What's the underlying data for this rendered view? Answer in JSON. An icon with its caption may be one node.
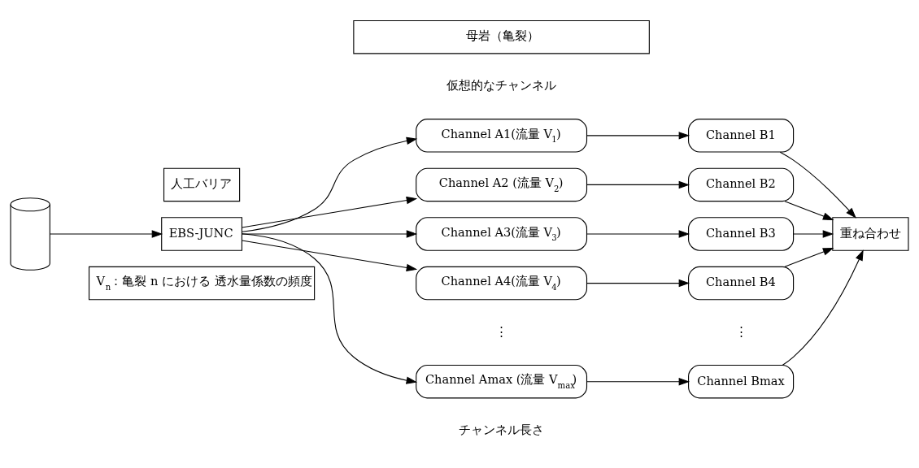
{
  "diagram": {
    "nodes": [
      {
        "text": [
          "人工バリア"
        ]
      },
      {
        "text": [
          "母岩（亀裂）"
        ]
      },
      {
        "text": [],
        "shape": "cylinder"
      },
      {
        "text": [
          "EBS-JUNC"
        ]
      },
      {
        "text": [
          "Channel A1(流量 V$_{1}$)"
        ]
      },
      {
        "text": [
          "Channel A2 (流量 V$_{2}$)"
        ]
      },
      {
        "text": [
          "Channel A3(流量 V$_{3}$)"
        ]
      },
      {
        "text": [
          "Channel A4(流量 V$_{4}$)"
        ]
      },
      {
        "text": [
          "Channel Amax (流量 V$_{max}$)"
        ]
      },
      {
        "text": [
          "Channel B1"
        ]
      },
      {
        "text": [
          "Channel B2"
        ]
      },
      {
        "text": [
          "Channel B3"
        ]
      },
      {
        "text": [
          "Channel B4"
        ]
      },
      {
        "text": [
          "Channel Bmax"
        ]
      },
      {
        "text": [
          "重ね合わせ"
        ]
      },
      {
        "text": [
          "V$_{n}$：亀裂 n における 透水量係数の頻度"
        ]
      }
    ],
    "edges": [
      {
        "from": 2,
        "to": 3,
        "arrow": "to"
      },
      {
        "from": 3,
        "to": 4,
        "arrow": "to"
      },
      {
        "from": 3,
        "to": 5,
        "arrow": "to"
      },
      {
        "from": 3,
        "to": 6,
        "arrow": "to"
      },
      {
        "from": 3,
        "to": 7,
        "arrow": "to"
      },
      {
        "from": 3,
        "to": 8,
        "arrow": "to"
      },
      {
        "from": 4,
        "to": 9,
        "arrow": "to"
      },
      {
        "from": 5,
        "to": 10,
        "arrow": "to"
      },
      {
        "from": 6,
        "to": 11,
        "arrow": "to"
      },
      {
        "from": 7,
        "to": 12,
        "arrow": "to"
      },
      {
        "from": 8,
        "to": 13,
        "arrow": "to"
      },
      {
        "from": 9,
        "to": 14,
        "arrow": "to"
      },
      {
        "from": 10,
        "to": 14,
        "arrow": "to"
      },
      {
        "from": 11,
        "to": 14,
        "arrow": "to"
      },
      {
        "from": 12,
        "to": 14,
        "arrow": "to"
      },
      {
        "from": 13,
        "to": 14,
        "arrow": "to"
      }
    ],
    "labels": [
      "仮想的なチャンネル",
      "⋮",
      "⋮",
      "チャンネル長さ"
    ]
  }
}
